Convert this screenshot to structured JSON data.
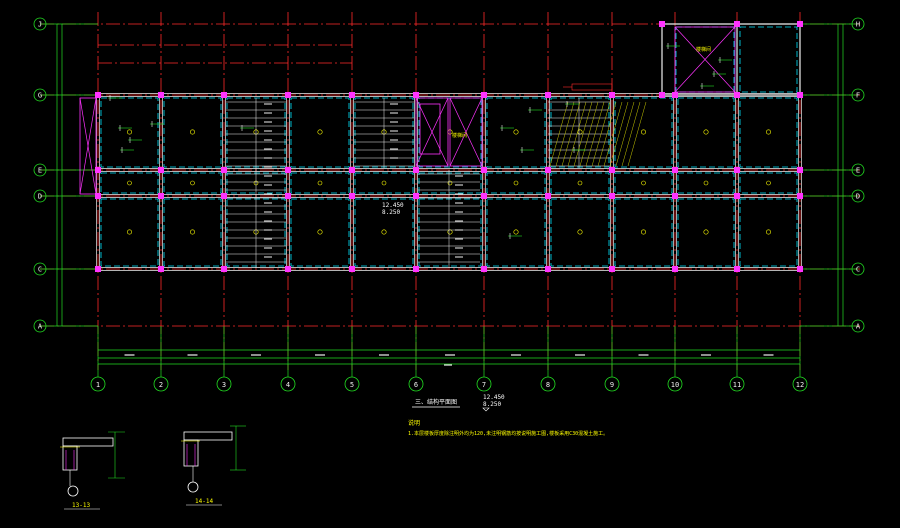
{
  "drawing": {
    "colors": {
      "background": "#000000",
      "axis_red": "#ff2a2a",
      "grid_green": "#22dd22",
      "beam_white": "#f0f0f0",
      "cyan_dash": "#00e5ff",
      "magenta": "#ff33ff",
      "yellow": "#ffff00",
      "hatch": "#c8c800"
    },
    "column_axes": [
      "1",
      "2",
      "3",
      "4",
      "5",
      "6",
      "7",
      "8",
      "9",
      "10",
      "11",
      "12"
    ],
    "row_axes_left": [
      "J",
      "G",
      "E",
      "D",
      "C",
      "A"
    ],
    "row_axes_right": [
      "H",
      "F",
      "E",
      "D",
      "C",
      "A"
    ],
    "elevation": {
      "top": "12.450",
      "bottom": "8.250"
    },
    "plan_title": "三、结构平面图",
    "notes_label": "说明",
    "note_1": "1.本层楼板厚度除注明外均为120,未注明钢筋均按说明施工图,楼板采用C30混凝土施工。",
    "section_labels": [
      "13-13",
      "14-14"
    ],
    "room_label": "楼梯间"
  }
}
